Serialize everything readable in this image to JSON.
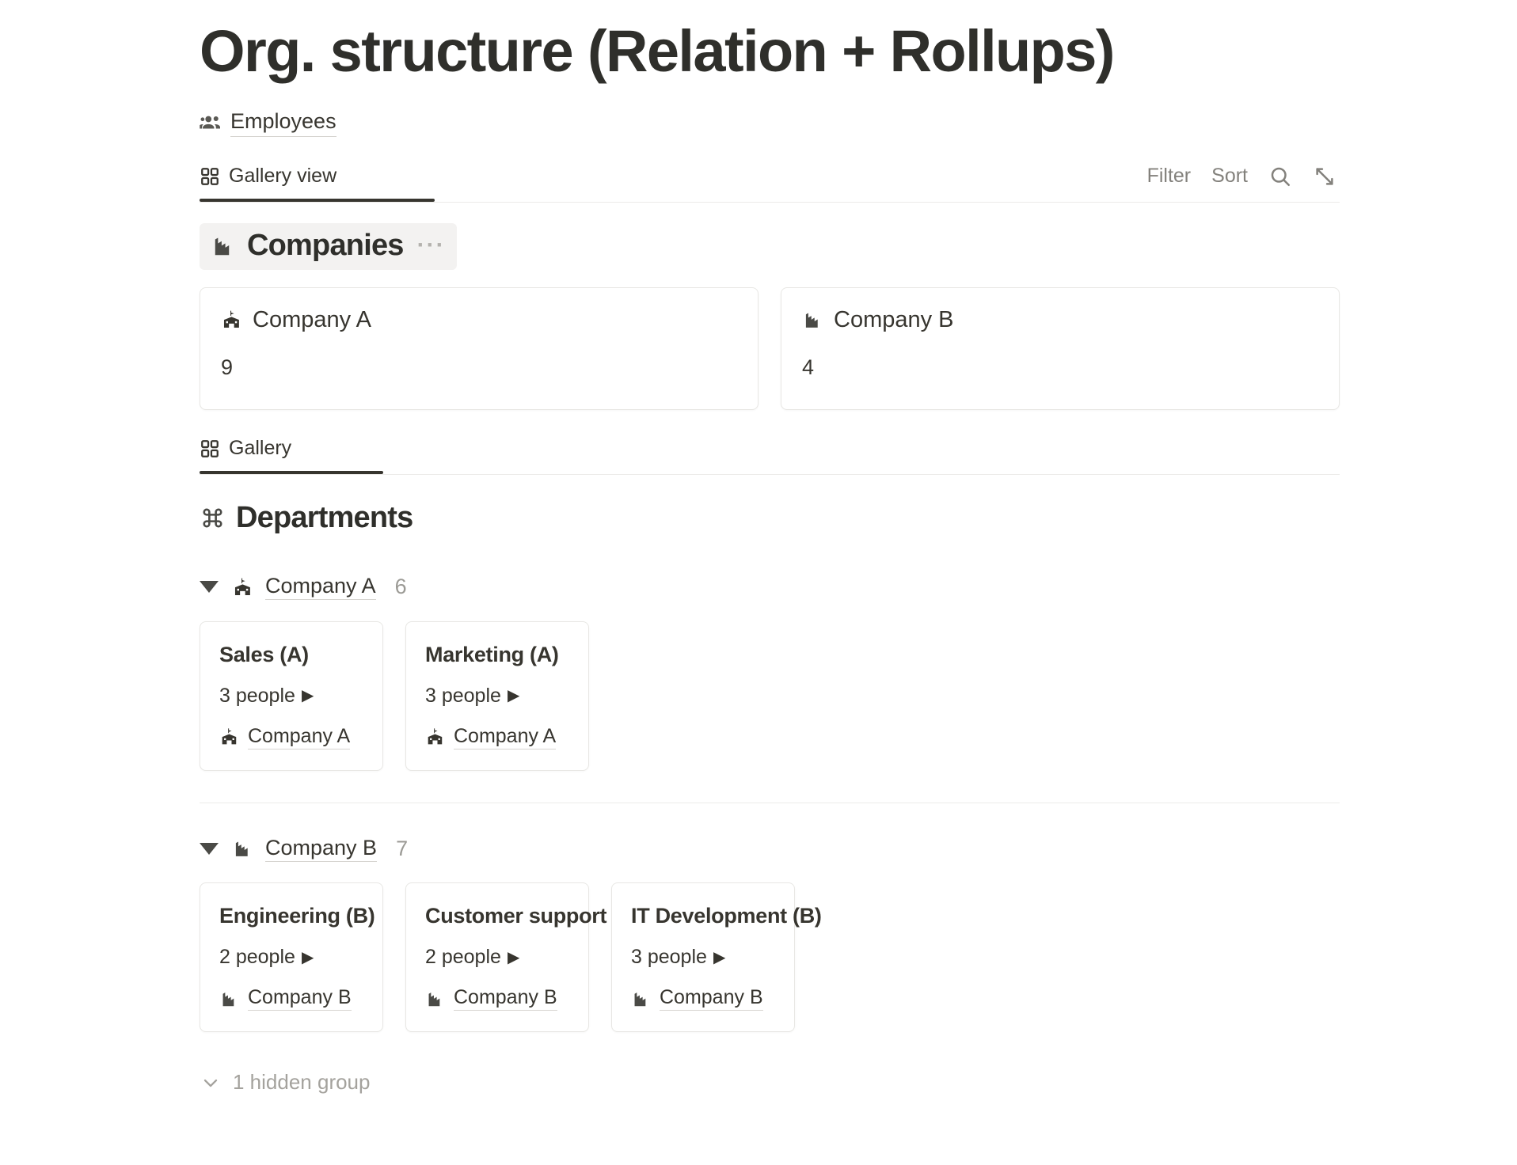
{
  "page": {
    "title": "Org. structure (Relation + Rollups)",
    "breadcrumb": {
      "icon": "people-icon",
      "label": "Employees"
    }
  },
  "toolbar": {
    "view_tab": {
      "icon": "gallery-grid-icon",
      "label": "Gallery view",
      "active": true
    },
    "filter_label": "Filter",
    "sort_label": "Sort",
    "search_icon": "search-icon",
    "expand_icon": "expand-diagonal-icon"
  },
  "companies_section": {
    "icon": "factory-building-icon",
    "title": "Companies",
    "menu": "···",
    "cards": [
      {
        "icon": "school-building-icon",
        "title": "Company A",
        "value": "9"
      },
      {
        "icon": "factory-building-icon",
        "title": "Company B",
        "value": "4"
      }
    ]
  },
  "gallery_tab": {
    "icon": "gallery-grid-icon",
    "label": "Gallery",
    "active": true
  },
  "departments_section": {
    "icon": "command-icon",
    "title": "Departments",
    "groups": [
      {
        "icon": "school-building-icon",
        "label": "Company A",
        "count": "6",
        "cards": [
          {
            "title": "Sales (A)",
            "rollup": "3 people",
            "rollup_caret": "▶",
            "relation_icon": "school-building-icon",
            "relation": "Company A"
          },
          {
            "title": "Marketing (A)",
            "rollup": "3 people",
            "rollup_caret": "▶",
            "relation_icon": "school-building-icon",
            "relation": "Company A"
          }
        ]
      },
      {
        "icon": "factory-building-icon",
        "label": "Company B",
        "count": "7",
        "cards": [
          {
            "title": "Engineering (B)",
            "rollup": "2 people",
            "rollup_caret": "▶",
            "relation_icon": "factory-building-icon",
            "relation": "Company B"
          },
          {
            "title": "Customer support (B)",
            "rollup": "2 people",
            "rollup_caret": "▶",
            "relation_icon": "factory-building-icon",
            "relation": "Company B"
          },
          {
            "title": "IT Development (B)",
            "rollup": "3 people",
            "rollup_caret": "▶",
            "relation_icon": "factory-building-icon",
            "relation": "Company B"
          }
        ]
      }
    ],
    "hidden_group": {
      "icon": "chevron-down-icon",
      "label": "1 hidden group"
    }
  },
  "colors": {
    "text": "#37352f",
    "muted": "#9b9a95",
    "border": "#e8e7e4",
    "highlight": "#f3f2f1"
  }
}
